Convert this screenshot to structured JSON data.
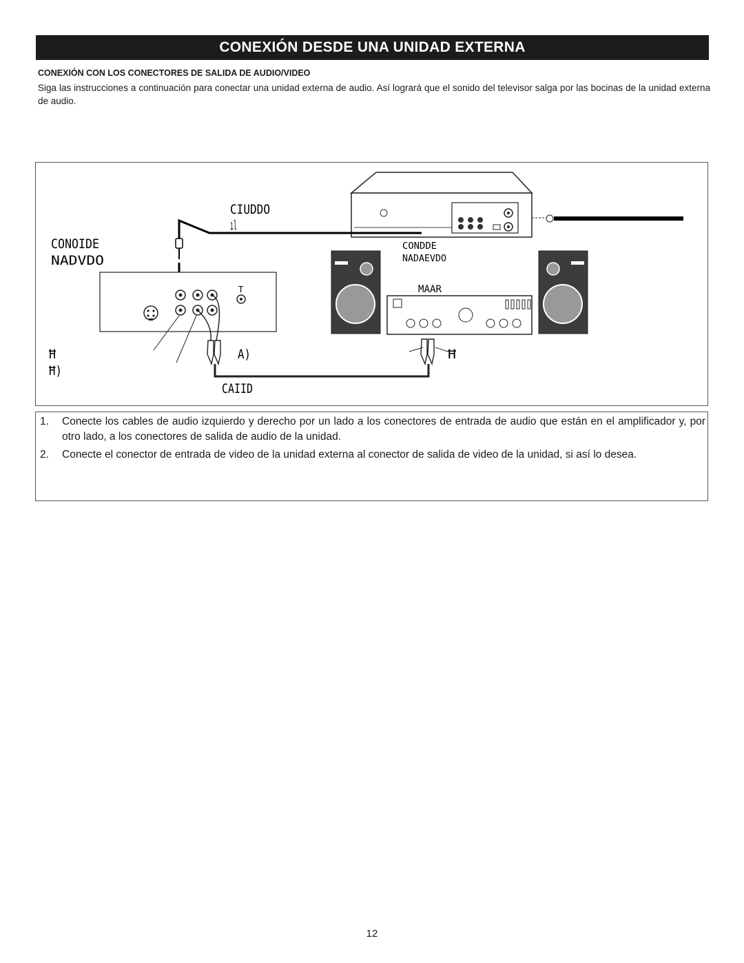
{
  "header": {
    "title": "CONEXIÓN DESDE UNA UNIDAD EXTERNA"
  },
  "section": {
    "heading": "CONEXIÓN CON LOS CONECTORES DE SALIDA DE AUDIO/VIDEO",
    "intro": "Siga las instrucciones a continuación para conectar una unidad externa de audio. Así logrará que el sonido del televisor salga por las bocinas de la unidad externa de audio."
  },
  "steps": [
    {
      "number": "1.",
      "text": "Conecte los cables de audio izquierdo y derecho por un lado a los conectores de entrada de audio que están en el amplificador y, por otro lado, a los conectores de salida de audio de la unidad."
    },
    {
      "number": "2.",
      "text": "Conecte el conector de entrada de video de la unidad externa al conector de salida de video de la unidad, si así lo desea."
    }
  ],
  "footer": {
    "page_number": "12"
  }
}
